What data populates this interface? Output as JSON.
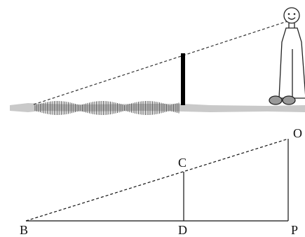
{
  "labels": {
    "B": "B",
    "D": "D",
    "P": "P",
    "C": "C",
    "O": "O"
  }
}
